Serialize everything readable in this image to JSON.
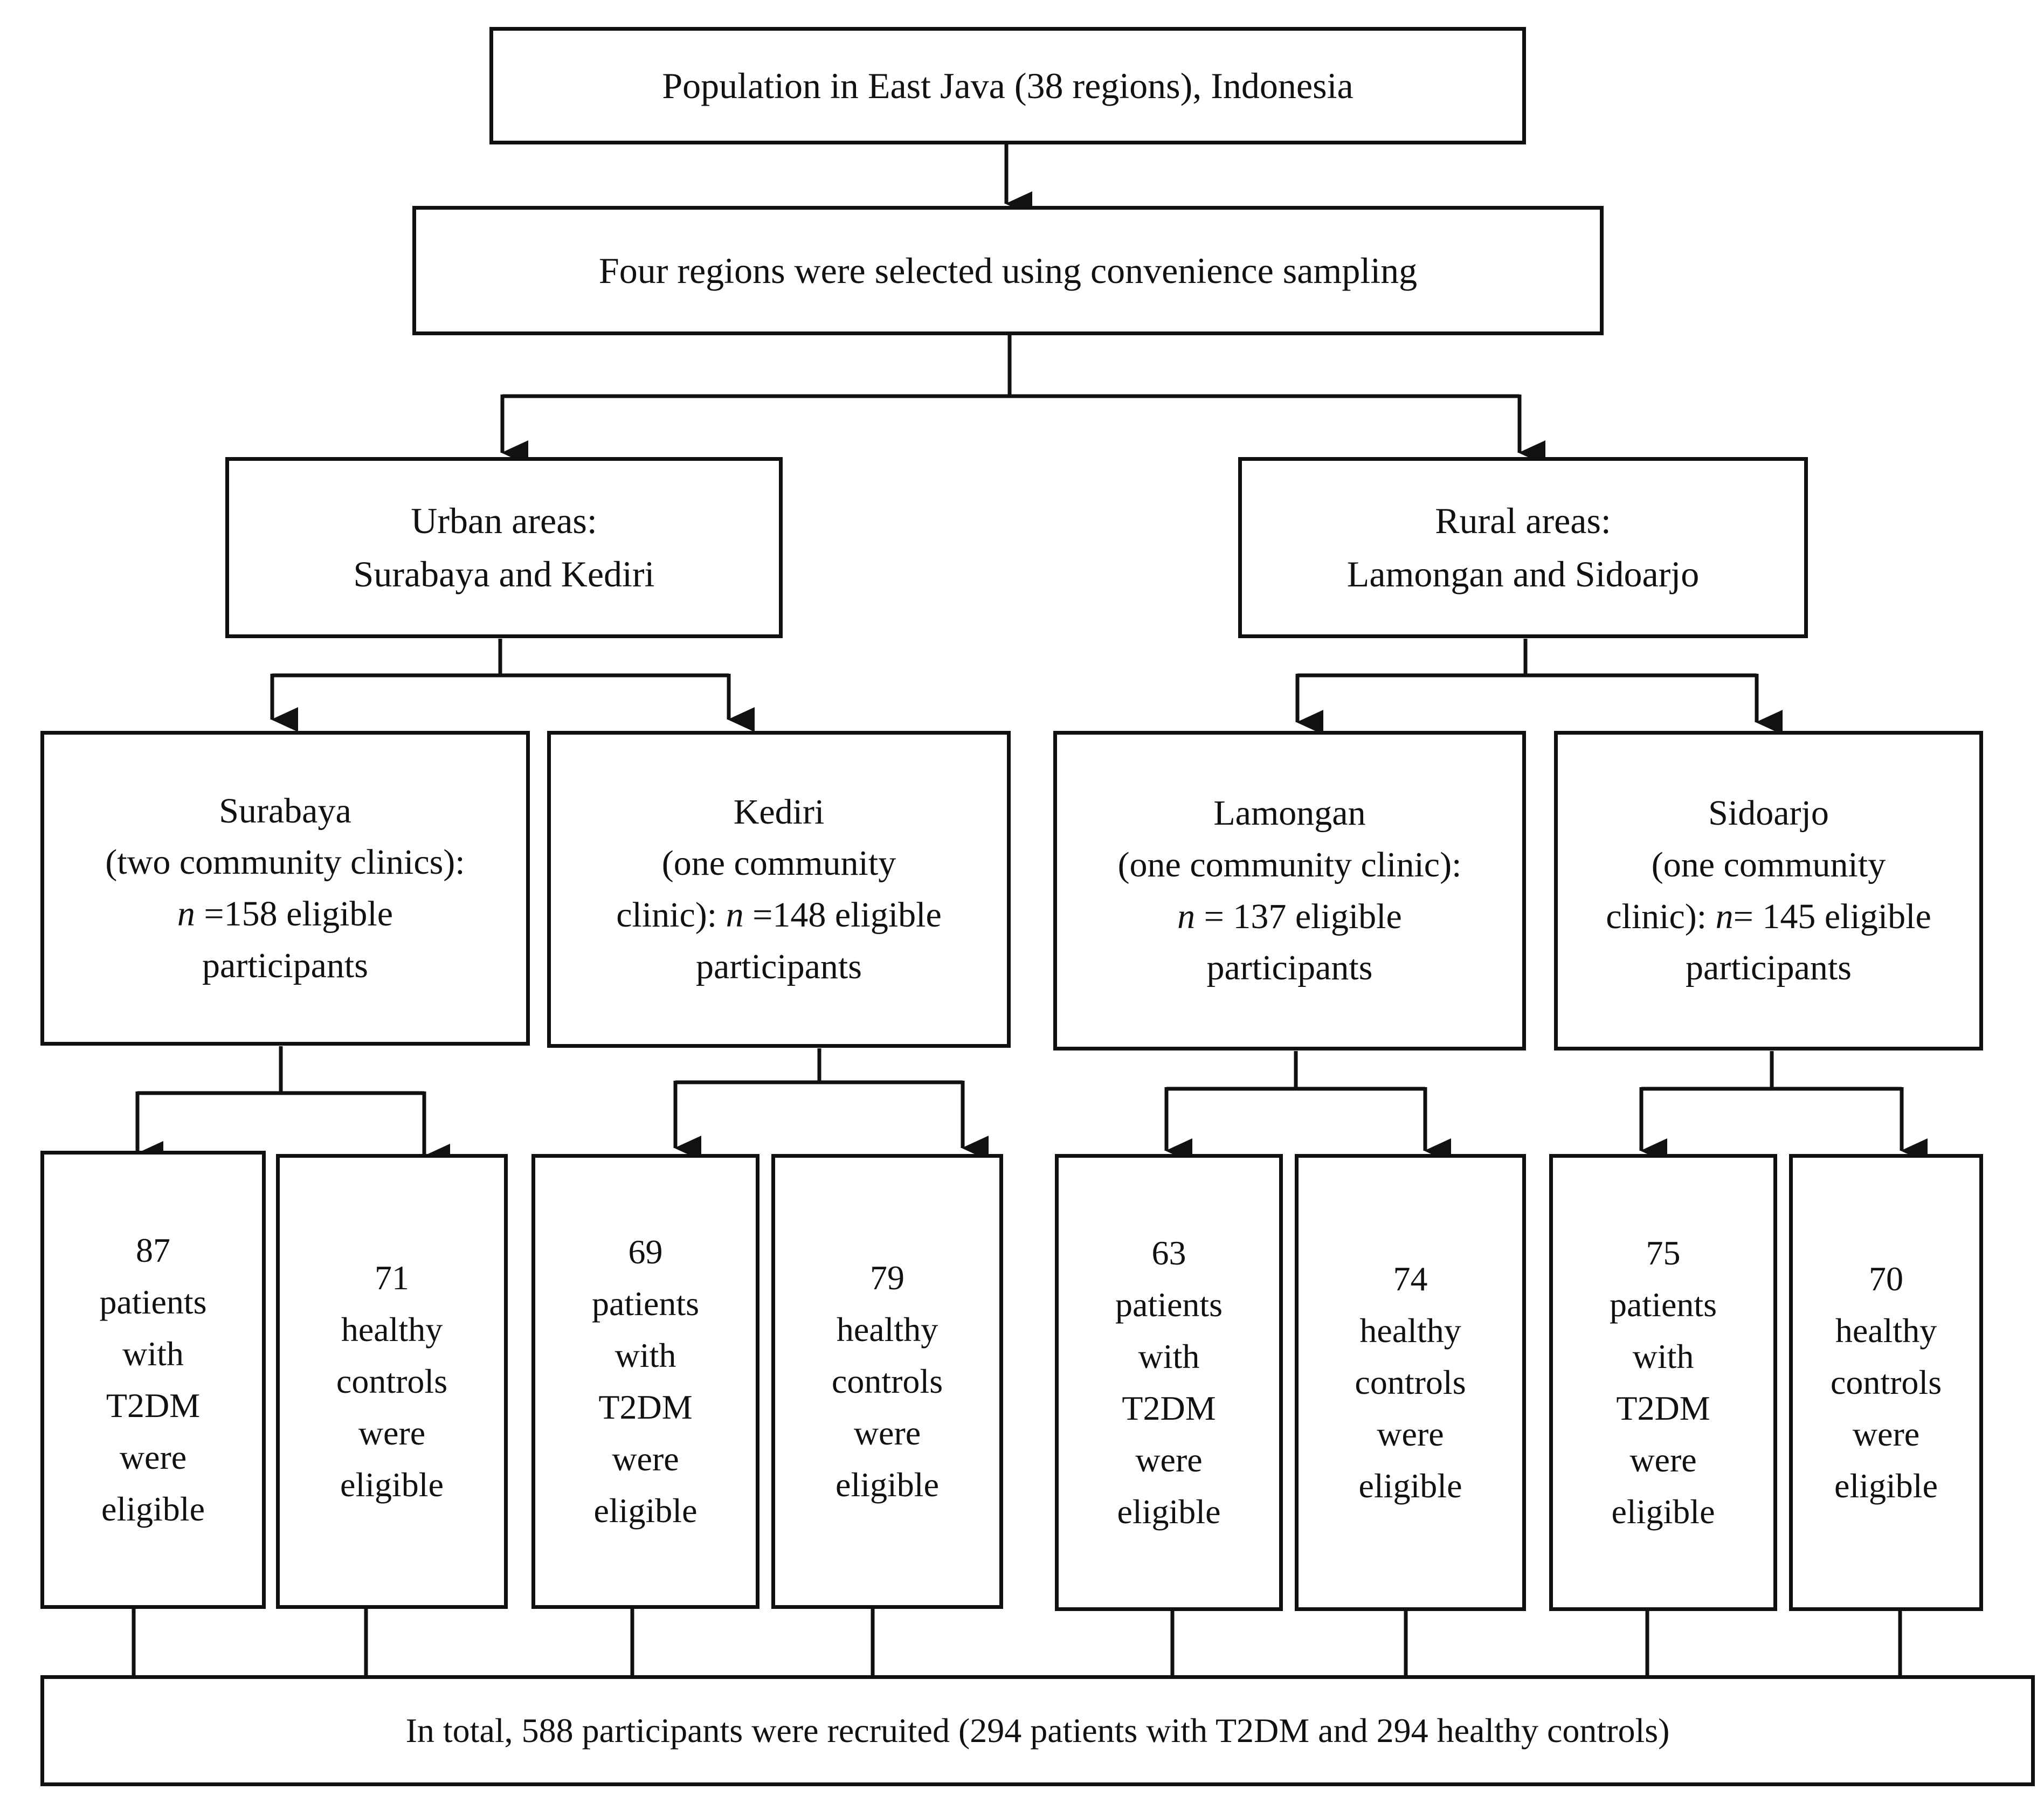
{
  "diagram": {
    "top": "Population in East Java (38 regions), Indonesia",
    "selection": "Four regions were selected using convenience sampling",
    "urban": [
      "Urban areas:",
      "Surabaya and Kediri"
    ],
    "rural": [
      "Rural areas:",
      "Lamongan and Sidoarjo"
    ],
    "surabaya": {
      "lines": [
        "Surabaya",
        "(two community clinics):"
      ],
      "n_prefix": "n",
      "n_rest": " =158 eligible",
      "last": "participants"
    },
    "kediri": {
      "lines": [
        "Kediri",
        "(one community"
      ],
      "n_pre_text": "clinic): ",
      "n_prefix": "n",
      "n_rest": " =148 eligible",
      "last": "participants"
    },
    "lamongan": {
      "lines": [
        "Lamongan",
        "(one community clinic):"
      ],
      "n_prefix": "n",
      "n_rest": " = 137 eligible",
      "last": "participants"
    },
    "sidoarjo": {
      "lines": [
        "Sidoarjo",
        "(one community"
      ],
      "n_pre_text": "clinic): ",
      "n_prefix": "n",
      "n_rest": "= 145 eligible",
      "last": "participants"
    },
    "groups": {
      "sby_t2dm": [
        "87",
        "patients",
        "with",
        "T2DM",
        "were",
        "eligible"
      ],
      "sby_ctrl": [
        "71",
        "healthy",
        "controls",
        "were",
        "eligible"
      ],
      "kdr_t2dm": [
        "69",
        "patients",
        "with",
        "T2DM",
        "were",
        "eligible"
      ],
      "kdr_ctrl": [
        "79",
        "healthy",
        "controls",
        "were",
        "eligible"
      ],
      "lmg_t2dm": [
        "63",
        "patients",
        "with",
        "T2DM",
        "were",
        "eligible"
      ],
      "lmg_ctrl": [
        "74",
        "healthy",
        "controls",
        "were",
        "eligible"
      ],
      "sda_t2dm": [
        "75",
        "patients",
        "with",
        "T2DM",
        "were",
        "eligible"
      ],
      "sda_ctrl": [
        "70",
        "healthy",
        "controls",
        "were",
        "eligible"
      ]
    },
    "total": "In total, 588 participants were recruited (294 patients with T2DM and 294 healthy controls)"
  }
}
